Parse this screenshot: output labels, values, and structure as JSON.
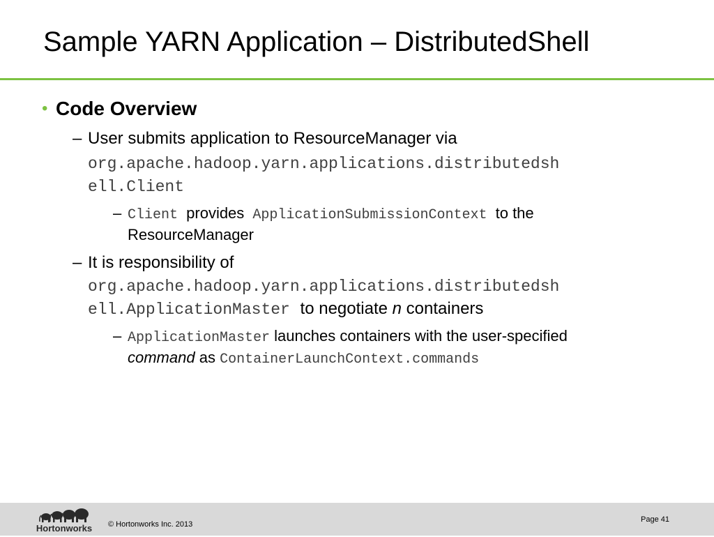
{
  "slide": {
    "title": "Sample YARN Application – DistributedShell",
    "accent_color": "#7dc242"
  },
  "content": {
    "bullet_symbol": "•",
    "dash_symbol": "–",
    "heading": "Code Overview",
    "item1": {
      "text": "User submits application to ResourceManager via",
      "code_line1": "org.apache.hadoop.yarn.applications.distributedsh",
      "code_line2": "ell.Client",
      "sub": {
        "code_client": "Client",
        "provides": "provides",
        "code_context": "ApplicationSubmissionContext",
        "to_the": "to the",
        "line2": "ResourceManager"
      }
    },
    "item2": {
      "text": "It is responsibility of",
      "code_line1": "org.apache.hadoop.yarn.applications.distributedsh",
      "code_line2": "ell.ApplicationMaster",
      "to_negotiate": "to negotiate",
      "n": "n",
      "containers": "containers",
      "sub": {
        "code_am": "ApplicationMaster",
        "launches": "launches containers with the user-specified",
        "command": "command",
        "as": "as",
        "code_commands": "ContainerLaunchContext.commands"
      }
    }
  },
  "footer": {
    "logo_text": "Hortonworks",
    "copyright": "© Hortonworks Inc. 2013",
    "page_label": "Page 41",
    "background_color": "#d9d9d9"
  }
}
